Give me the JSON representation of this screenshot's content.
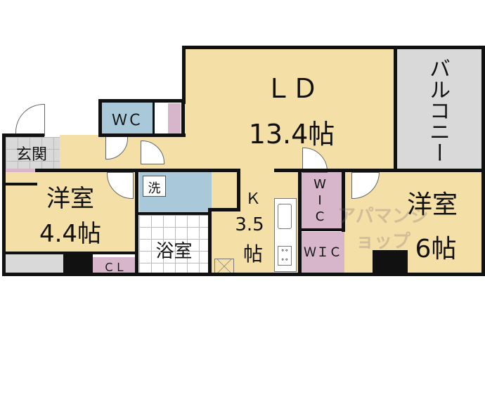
{
  "rooms": {
    "ld": {
      "name": "ＬＤ",
      "size": "13.4帖"
    },
    "balcony": {
      "name": "バルコニー"
    },
    "wc": {
      "name": "ＷＣ"
    },
    "entrance": {
      "name": "玄関"
    },
    "western_room_1": {
      "name": "洋室",
      "size": "4.4帖"
    },
    "closet": {
      "name": "ＣＬ"
    },
    "washroom": {
      "name": "洗"
    },
    "bath": {
      "name": "浴室"
    },
    "kitchen": {
      "name": "Ｋ",
      "size_num": "3.5",
      "size_unit": "帖"
    },
    "wic_1": {
      "name_lines": [
        "W",
        "I",
        "C"
      ]
    },
    "wic_2": {
      "name": "ＷＩＣ"
    },
    "western_room_2": {
      "name": "洋室",
      "size": "6帖"
    }
  },
  "watermark": "アパマンショップ",
  "colors": {
    "floor": "#f4e0a6",
    "water": "#a9c9da",
    "storage": "#d7b5cb",
    "exterior": "#d9d9d9",
    "wall": "#111111"
  }
}
